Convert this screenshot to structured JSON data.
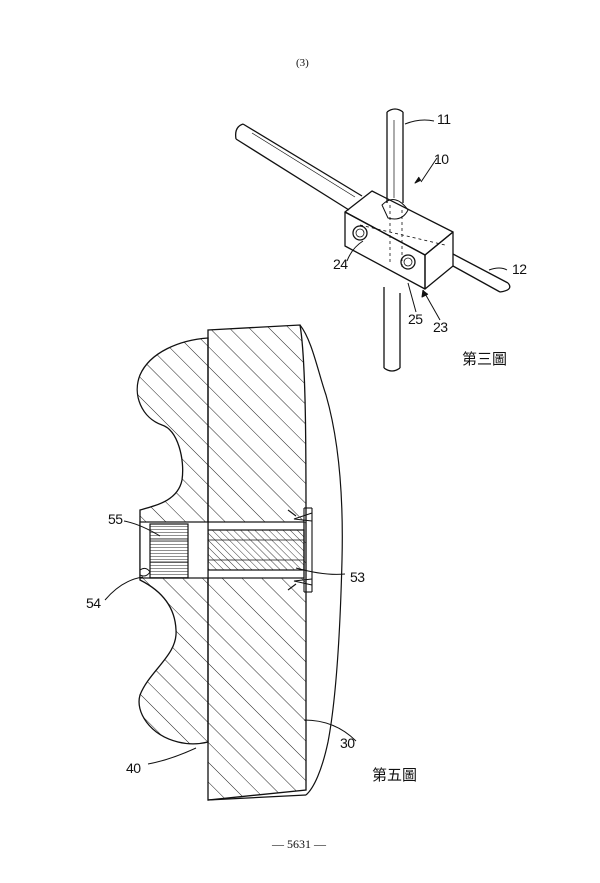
{
  "page": {
    "label": "(3)",
    "number": "— 5631 —"
  },
  "figure3": {
    "caption": "第三圖",
    "refs": {
      "r10": "10",
      "r11": "11",
      "r12": "12",
      "r23": "23",
      "r24": "24",
      "r25": "25"
    }
  },
  "figure5": {
    "caption": "第五圖",
    "refs": {
      "r30": "30",
      "r40": "40",
      "r53": "53",
      "r54": "54",
      "r55": "55"
    }
  }
}
